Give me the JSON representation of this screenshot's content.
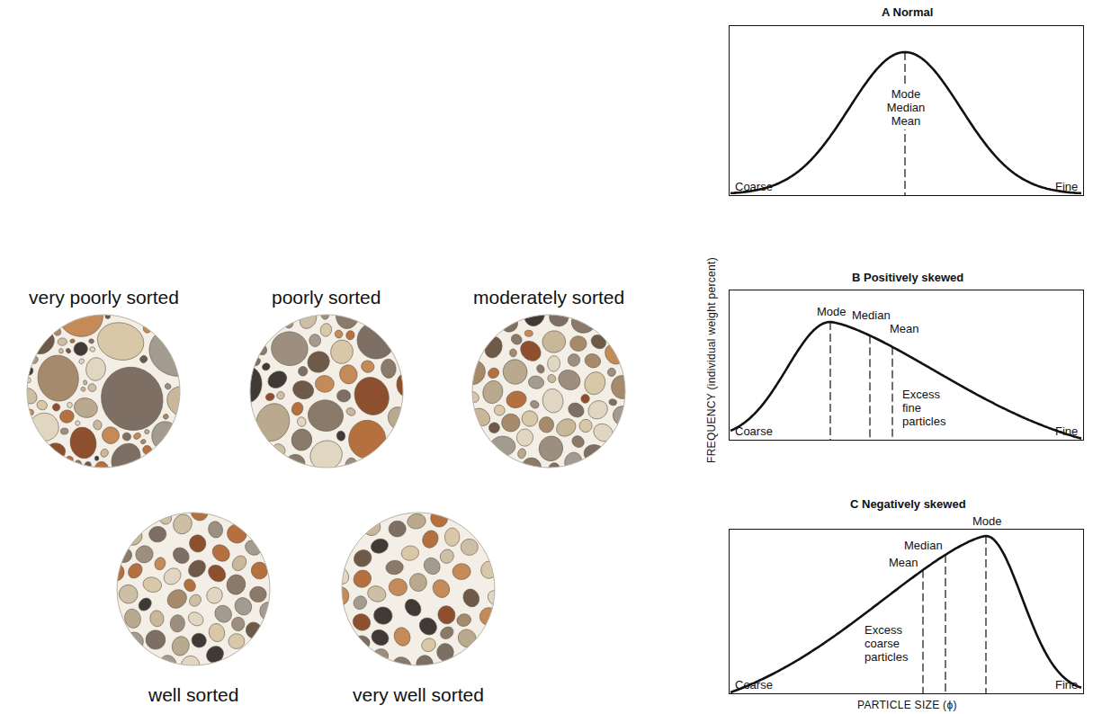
{
  "diagram": {
    "nodes": [
      {
        "text": [
          "very poorly sorted"
        ]
      },
      {
        "text": [
          "poorly sorted"
        ]
      },
      {
        "text": [
          "moderately sorted"
        ]
      },
      {
        "text": [
          "well sorted"
        ]
      },
      {
        "text": [
          "very well sorted"
        ]
      },
      {
        "text": [
          "A Normal",
          "Mode Median Mean",
          "Coarse",
          "Fine"
        ]
      },
      {
        "text": [
          "B Positively skewed",
          "Mode",
          "Median",
          "Mean",
          "Excess fine particles",
          "Coarse",
          "Fine"
        ]
      },
      {
        "text": [
          "C Negatively skewed",
          "Mode",
          "Median",
          "Mean",
          "Excess coarse particles",
          "Coarse",
          "Fine"
        ]
      }
    ],
    "labels": [
      "FREQUENCY (individual weight percent)",
      "PARTICLE SIZE (ϕ)"
    ]
  }
}
